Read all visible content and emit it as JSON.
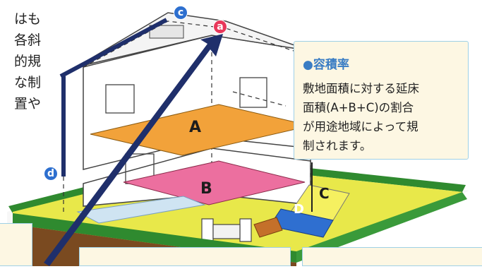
{
  "left_text": [
    "はも",
    "各斜",
    "的規",
    "な制",
    "置や"
  ],
  "info_box": {
    "title": "●容積率",
    "lines": [
      "敷地面積に対する延床",
      "面積(A+B+C)の割合",
      "が用途地域によって規",
      "制されます。"
    ]
  },
  "floor_labels": {
    "A": "A",
    "B": "B",
    "C": "C",
    "D": "D"
  },
  "markers": {
    "a": "a",
    "c": "c",
    "d": "d"
  },
  "colors": {
    "accent_blue": "#3a7dc4",
    "floor_orange": "#f2a23a",
    "floor_pink": "#ec6f9f",
    "floor_blue": "#2f6fd0",
    "lawn_yellow": "#e8e84a",
    "hedge_green": "#2f8a2f",
    "arrow_navy": "#1f2f6b",
    "marker_red": "#e8375a",
    "marker_blue": "#2d6fcf",
    "callout_bg": "#fdf7e3",
    "callout_border": "#9fd0e6"
  }
}
